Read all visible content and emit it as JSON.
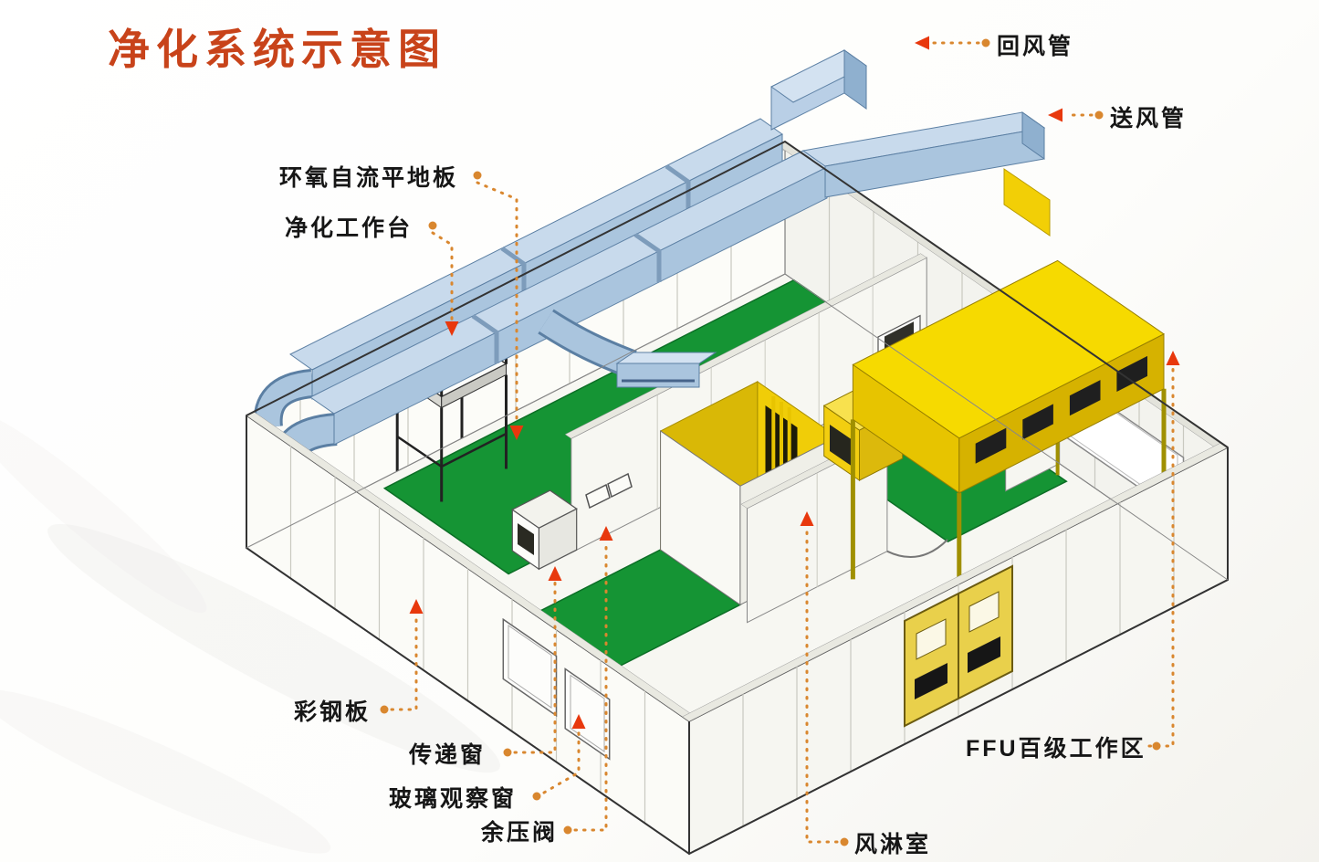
{
  "title": "净化系统示意图",
  "labels": {
    "return_duct": "回风管",
    "supply_duct": "送风管",
    "epoxy_floor": "环氧自流平地板",
    "clean_workbench": "净化工作台",
    "color_steel_panel": "彩钢板",
    "transfer_window": "传递窗",
    "glass_observation_window": "玻璃观察窗",
    "pressure_relief_valve": "余压阀",
    "air_shower": "风淋室",
    "ffu_work_area": "FFU百级工作区"
  },
  "colors": {
    "title_orange": "#c8431a",
    "label_black": "#161616",
    "leader_orange": "#d9872f",
    "arrow_red": "#e8380d",
    "duct_blue": "#b9cfe6",
    "floor_green": "#159434",
    "equipment_yellow": "#f2cf06",
    "wall_white": "#f9f9f5"
  }
}
